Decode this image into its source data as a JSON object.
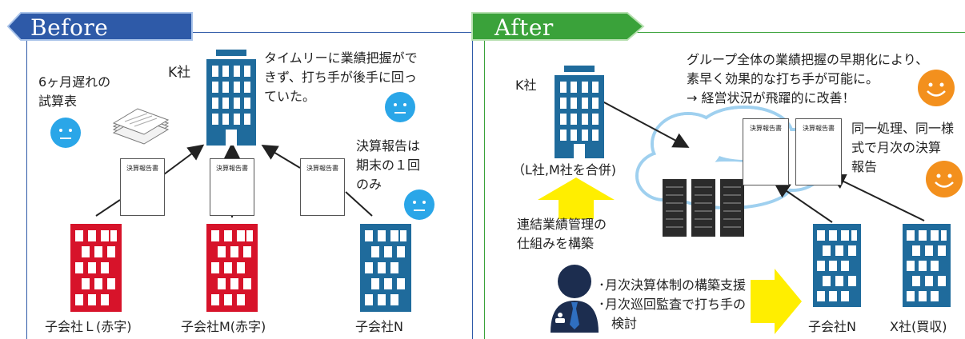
{
  "colors": {
    "before_tab": "#2e5aa8",
    "after_tab": "#3aa23a",
    "red_building": "#d7132a",
    "blue_building": "#1f6b9c",
    "cloud": "#b9dcf2",
    "arrow_yellow": "#ffee00",
    "face_blue": "#2aa6e8",
    "face_orange": "#f3901d"
  },
  "before": {
    "tab_label": "Before",
    "k_company": "K社",
    "k_caption": [
      "タイムリーに業績把握がで",
      "きず、打ち手が後手に回っ",
      "ていた。"
    ],
    "delay_note": [
      "6ヶ月遅れの",
      "試算表"
    ],
    "report_note": [
      "決算報告は",
      "期末の１回",
      "のみ"
    ],
    "doc_label": "決算報告書",
    "sub_l": "子会社Ｌ(赤字)",
    "sub_m": "子会社M(赤字)",
    "sub_n": "子会社N"
  },
  "after": {
    "tab_label": "After",
    "k_company": "K社",
    "merge_note": "（L社,M社を合併)",
    "top_caption": [
      "グループ全体の業績把握の早期化により、",
      "素早く効果的な打ち手が可能に。",
      "→ 経営状況が飛躍的に改善！"
    ],
    "monthly_note": [
      "同一処理、同一様",
      "式で月次の決算",
      "報告"
    ],
    "system_note": [
      "連結業績管理の",
      "仕組みを構築"
    ],
    "support_items": [
      "･月次決算体制の構築支援",
      "･月次巡回監査で打ち手の",
      "　検討"
    ],
    "doc_label": "決算報告書",
    "sub_n": "子会社N",
    "sub_x": "X社(買収)"
  },
  "icons": [
    "building-icon",
    "document-icon",
    "face-icon",
    "person-icon",
    "server-icon",
    "cloud-icon"
  ]
}
